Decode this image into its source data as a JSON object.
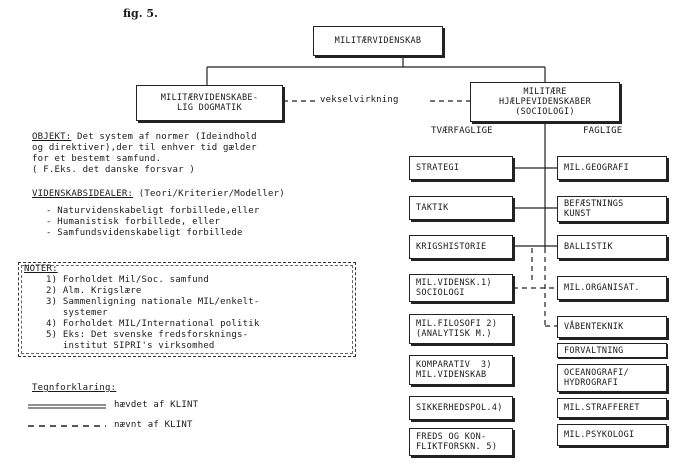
{
  "figure_label": "fig. 5.",
  "top_box": "MILITÆRVIDENSKAB",
  "left_box": "MILITÆRVIDENSKABE-\nLIG DOGMATIK",
  "right_box": "MILITÆRE\nHJÆLPEVIDENSKABER\n(SOCIOLOGI)",
  "link_label": "vekselvirkning",
  "col_headers": {
    "left": "TVÆRFAGLIGE",
    "right": "FAGLIGE"
  },
  "objekt": {
    "label": "OBJEKT:",
    "line1": " Det system af normer (Ideindhold",
    "line2": "og direktiver),der til enhver tid gælder",
    "line3": "for et bestemt samfund.",
    "line4": "( F.Eks. det danske forsvar )"
  },
  "videnskab": {
    "label": "VIDENSKABSIDEALER:",
    "rest": " (Teori/Kriterier/Modeller)",
    "items": [
      "- Naturvidenskabeligt forbillede,eller",
      "- Humanistisk forbillede, eller",
      "- Samfundsvidenskabeligt forbillede"
    ]
  },
  "noter": {
    "title": "NOTER:",
    "items": [
      "1) Forholdet Mil/Soc. samfund",
      "2) Alm. Krigslære",
      "3) Sammenligning nationale MIL/enkelt-",
      "   systemer",
      "4) Forholdet MIL/International politik",
      "5) Eks: Det svenske fredsforsknings-",
      "   institut SIPRI's virksomhed"
    ]
  },
  "legend": {
    "title": "Tegnforklaring:",
    "solid": "hævdet af KLINT",
    "dashed": "nævnt af KLINT"
  },
  "left_column": [
    "STRATEGI",
    "TAKTIK",
    "KRIGSHISTORIE",
    "MIL.VIDENSK.1)\nSOCIOLOGI",
    "MIL.FILOSOFI 2)\n(ANALYTISK M.)",
    "KOMPARATIV  3)\nMIL.VIDENSKAB",
    "SIKKERHEDSPOL.4)",
    "FREDS OG KON-\nFLIKTFORSKN. 5)"
  ],
  "right_column": [
    "MIL.GEOGRAFI",
    "BEFÆSTNINGS\nKUNST",
    "BALLISTIK",
    "MIL.ORGANISAT.",
    "VÅBENTEKNIK",
    "FORVALTNING",
    "OCEANOGRAFI/\nHYDROGRAFI",
    "MIL.STRAFFERET",
    "MIL.PSYKOLOGI"
  ]
}
